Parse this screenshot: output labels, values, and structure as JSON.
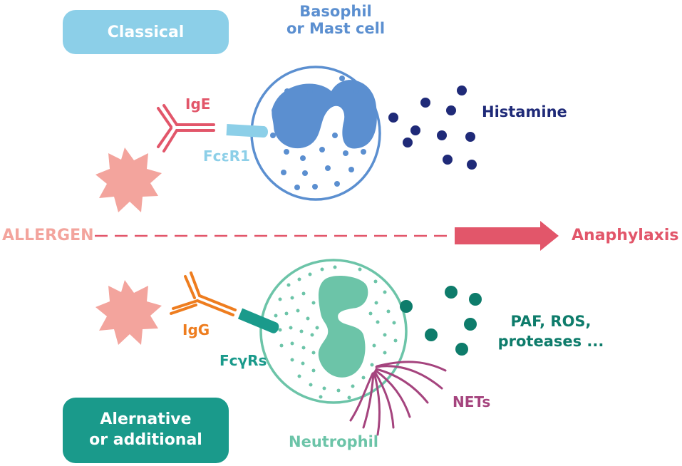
{
  "colors": {
    "basophil": "#5b8fd0",
    "basophil_light": "#a9c6ea",
    "histamine": "#1f2a78",
    "ige": "#e2566a",
    "igg": "#ee7d1f",
    "fcer1": "#8ccfe8",
    "fcgr": "#1a9a8b",
    "neutrophil": "#6cc4a8",
    "allergen": "#f3a49d",
    "anaphylaxis": "#e2566a",
    "mediators": "#0e7c6b",
    "nets": "#a5447e"
  },
  "pathways": {
    "classical_label": "Classical",
    "alternative_label_line1": "Alernative",
    "alternative_label_line2": "or additional"
  },
  "cells": {
    "basophil_line1": "Basophil",
    "basophil_line2": "or Mast cell",
    "neutrophil": "Neutrophil"
  },
  "antibodies": {
    "ige": "IgE",
    "igg": "IgG"
  },
  "receptors": {
    "fcer1": "FcεR1",
    "fcgr": "FcγRs"
  },
  "mediators": {
    "histamine": "Histamine",
    "paf_line1": "PAF, ROS,",
    "paf_line2": "proteases ...",
    "nets": "NETs"
  },
  "axis": {
    "allergen": "ALLERGEN",
    "anaphylaxis": "Anaphylaxis"
  },
  "icons": {
    "allergen_top": "allergen-star-icon",
    "allergen_bottom": "allergen-star-icon",
    "ige": "antibody-icon",
    "igg": "antibody-icon",
    "arrow": "arrow-right-icon"
  }
}
